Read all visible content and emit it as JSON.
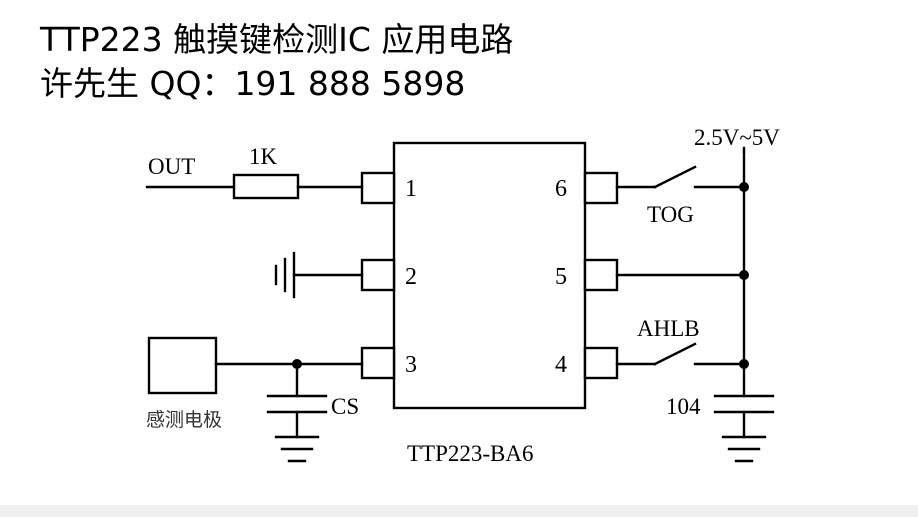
{
  "header": {
    "title_line1": "TTP223 触摸键检测IC 应用电路",
    "title_line2": "许先生 QQ：191 888 5898"
  },
  "schematic": {
    "out_label": "OUT",
    "resistor_label": "1K",
    "chip_label": "TTP223-BA6",
    "pin1": "1",
    "pin2": "2",
    "pin3": "3",
    "pin4": "4",
    "pin5": "5",
    "pin6": "6",
    "supply_label": "2.5V~5V",
    "tog_label": "TOG",
    "ahlb_label": "AHLB",
    "cap_cs_label": "CS",
    "cap_104_label": "104",
    "sense_label": "感测电极"
  }
}
